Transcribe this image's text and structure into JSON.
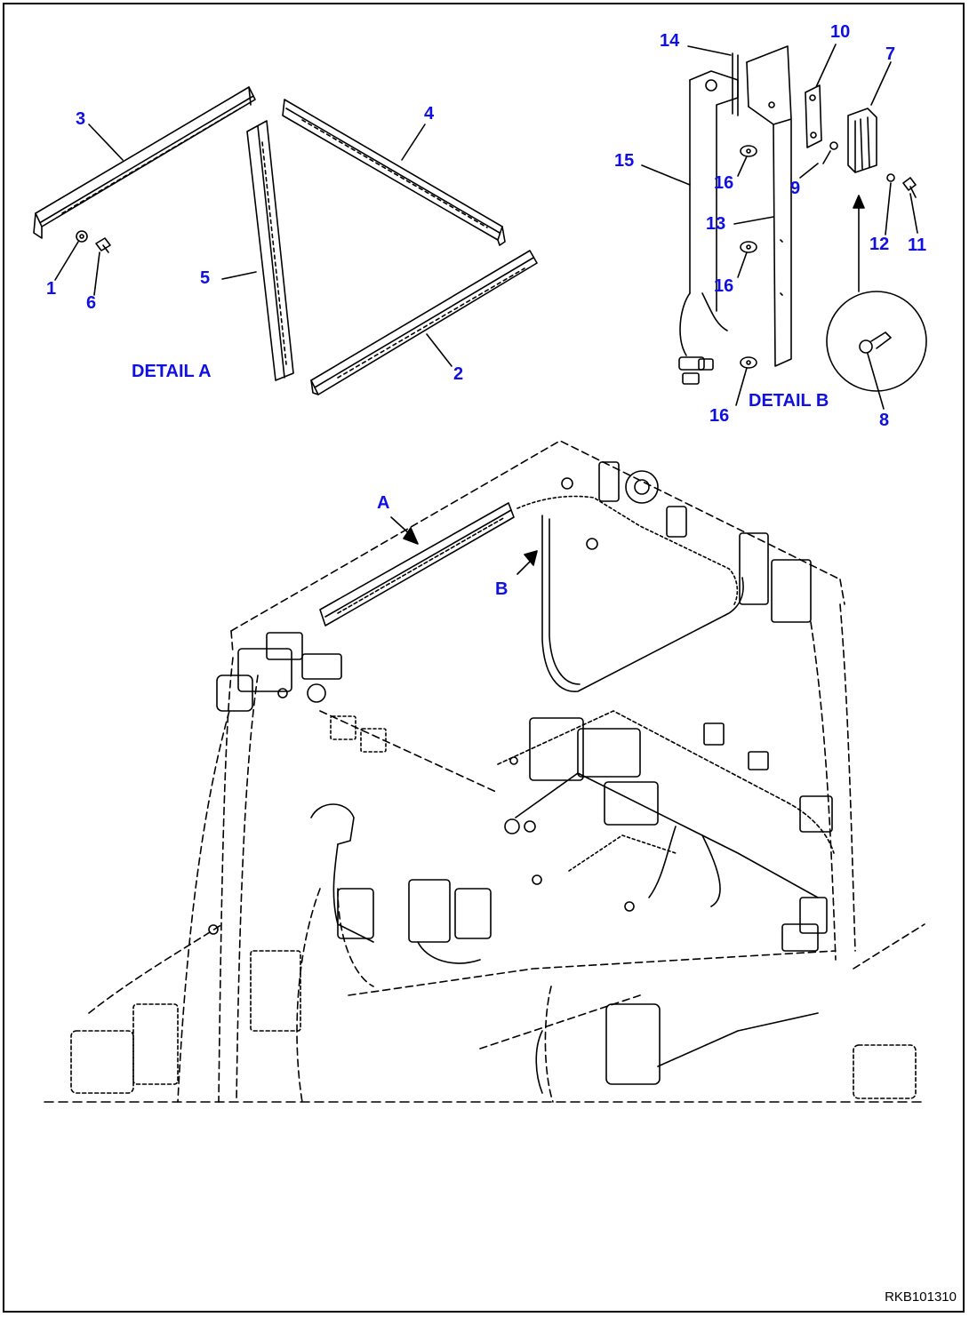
{
  "detail_a": {
    "title": "DETAIL A",
    "callouts": {
      "c1": "1",
      "c2": "2",
      "c3": "3",
      "c4": "4",
      "c5": "5",
      "c6": "6"
    }
  },
  "detail_b": {
    "title": "DETAIL B",
    "callouts": {
      "c7": "7",
      "c8": "8",
      "c9": "9",
      "c10": "10",
      "c11": "11",
      "c12": "12",
      "c13": "13",
      "c14": "14",
      "c15": "15",
      "c16a": "16",
      "c16b": "16",
      "c16c": "16"
    }
  },
  "main_view": {
    "arrow_a": "A",
    "arrow_b": "B"
  },
  "reference_code": "RKB101310",
  "colors": {
    "callout": "#1010e0",
    "line": "#000000",
    "frame": "#000000"
  }
}
